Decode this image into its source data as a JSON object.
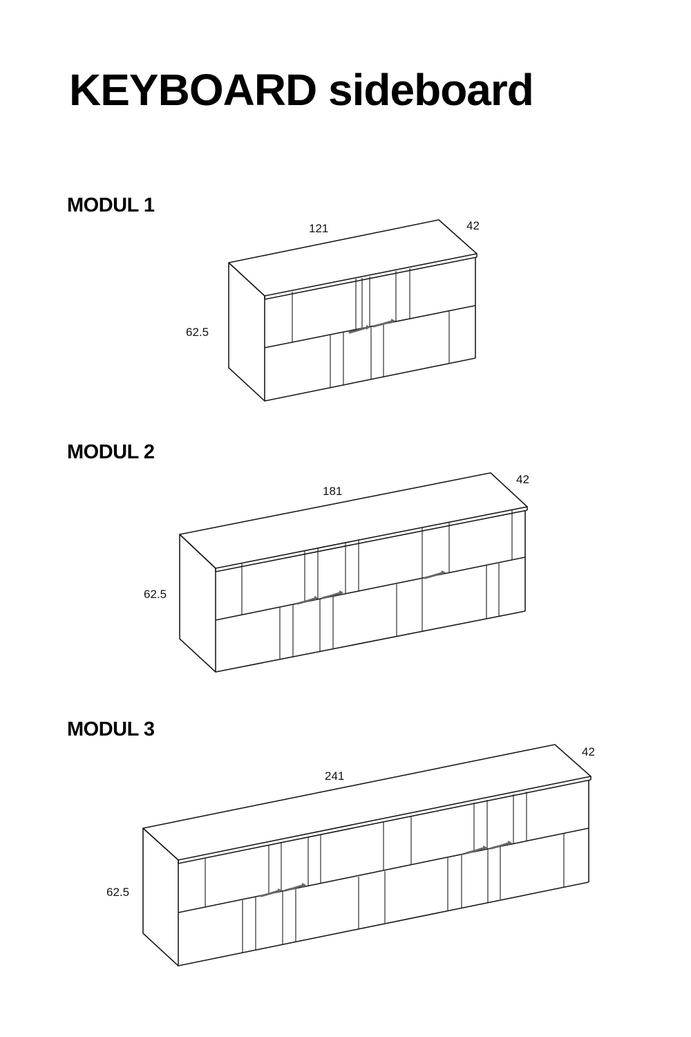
{
  "title": "KEYBOARD sideboard",
  "modules": [
    {
      "label": "MODUL 1",
      "width": "121",
      "depth": "42",
      "height": "62.5"
    },
    {
      "label": "MODUL 2",
      "width": "181",
      "depth": "42",
      "height": "62.5"
    },
    {
      "label": "MODUL 3",
      "width": "241",
      "depth": "42",
      "height": "62.5"
    }
  ],
  "line_color": "#1a1a1a",
  "handle_color": "#666666"
}
